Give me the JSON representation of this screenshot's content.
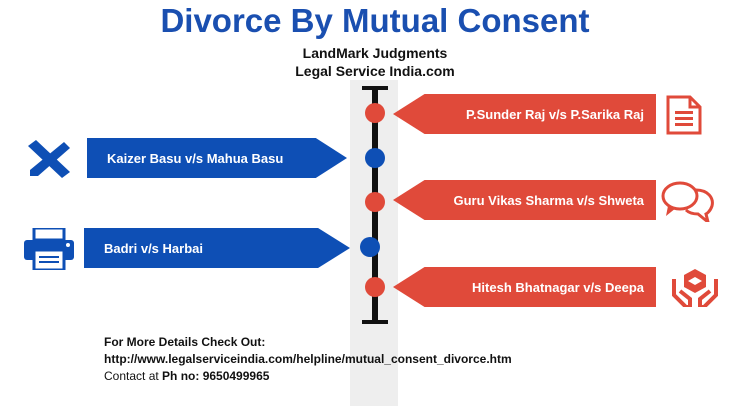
{
  "title": "Divorce By Mutual Consent",
  "subtitle_1": "LandMark Judgments",
  "subtitle_2": "Legal Service India.com",
  "colors": {
    "blue": "#0e4fb5",
    "red": "#e04a3a",
    "title": "#1a4fb0"
  },
  "cases": [
    {
      "label": "P.Sunder Raj v/s P.Sarika Raj",
      "side": "right",
      "color": "red",
      "icon": "document-icon"
    },
    {
      "label": "Kaizer Basu v/s Mahua Basu",
      "side": "left",
      "color": "blue",
      "icon": "pencil-ruler-icon"
    },
    {
      "label": "Guru Vikas Sharma v/s Shweta",
      "side": "right",
      "color": "red",
      "icon": "chat-bubbles-icon"
    },
    {
      "label": "Badri v/s Harbai",
      "side": "left",
      "color": "blue",
      "icon": "printer-icon"
    },
    {
      "label": "Hitesh Bhatnagar v/s Deepa",
      "side": "right",
      "color": "red",
      "icon": "hands-box-icon"
    }
  ],
  "footer": {
    "heading": "For More Details Check Out:",
    "url": "http://www.legalserviceindia.com/helpline/mutual_consent_divorce.htm",
    "contact_prefix": "Contact at ",
    "phone": "Ph no: 9650499965"
  }
}
